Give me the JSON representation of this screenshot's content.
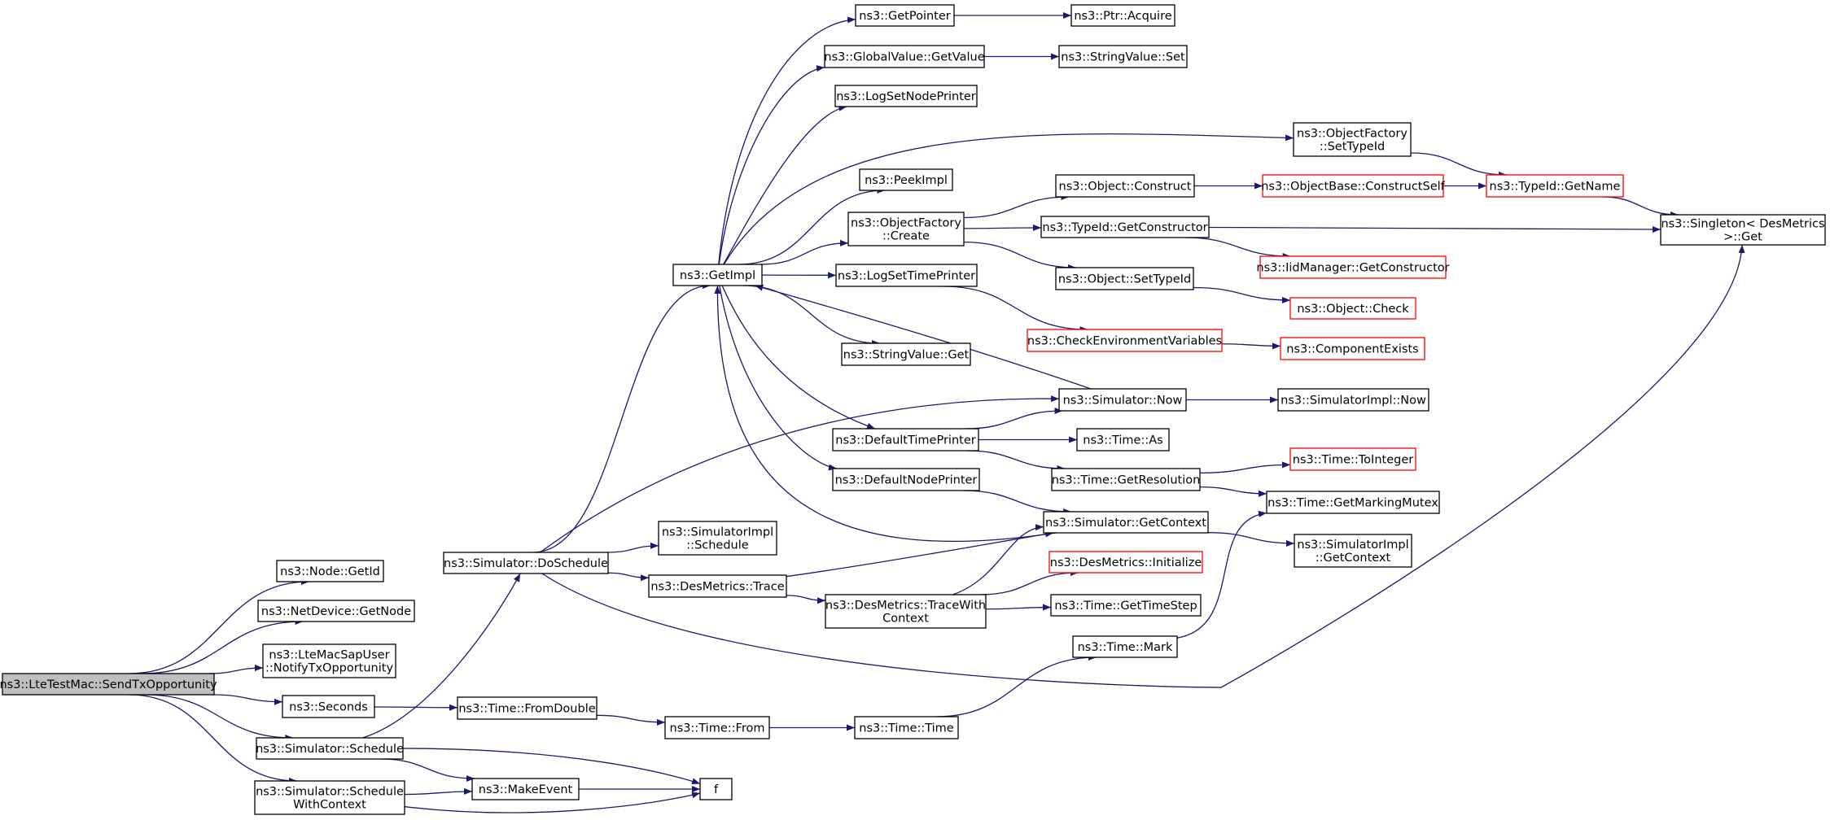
{
  "colors": {
    "edge": "#191970",
    "box_black": "#000000",
    "box_red": "#ff0000",
    "root_fill": "#bfbfbf",
    "node_fill": "#ffffff"
  },
  "nodes": [
    {
      "id": "send_tx",
      "lines": [
        "ns3::LteTestMac::SendTxOpportunity"
      ],
      "border": "black",
      "root": true
    },
    {
      "id": "node_getid",
      "lines": [
        "ns3::Node::GetId"
      ],
      "border": "black"
    },
    {
      "id": "netdev_getnode",
      "lines": [
        "ns3::NetDevice::GetNode"
      ],
      "border": "black"
    },
    {
      "id": "notify_tx",
      "lines": [
        "ns3::LteMacSapUser",
        "::NotifyTxOpportunity"
      ],
      "border": "black"
    },
    {
      "id": "seconds",
      "lines": [
        "ns3::Seconds"
      ],
      "border": "black"
    },
    {
      "id": "sim_schedule",
      "lines": [
        "ns3::Simulator::Schedule"
      ],
      "border": "black"
    },
    {
      "id": "sim_schedule_ctx",
      "lines": [
        "ns3::Simulator::Schedule",
        "WithContext"
      ],
      "border": "black"
    },
    {
      "id": "do_schedule",
      "lines": [
        "ns3::Simulator::DoSchedule"
      ],
      "border": "black"
    },
    {
      "id": "time_fromdouble",
      "lines": [
        "ns3::Time::FromDouble"
      ],
      "border": "black"
    },
    {
      "id": "make_event",
      "lines": [
        "ns3::MakeEvent"
      ],
      "border": "black"
    },
    {
      "id": "f",
      "lines": [
        "f"
      ],
      "border": "black"
    },
    {
      "id": "getimpl",
      "lines": [
        "ns3::GetImpl"
      ],
      "border": "black"
    },
    {
      "id": "simimpl_schedule",
      "lines": [
        "ns3::SimulatorImpl",
        "::Schedule"
      ],
      "border": "black"
    },
    {
      "id": "desmetrics_trace",
      "lines": [
        "ns3::DesMetrics::Trace"
      ],
      "border": "black"
    },
    {
      "id": "time_from",
      "lines": [
        "ns3::Time::From"
      ],
      "border": "black"
    },
    {
      "id": "getpointer",
      "lines": [
        "ns3::GetPointer"
      ],
      "border": "black"
    },
    {
      "id": "gv_getvalue",
      "lines": [
        "ns3::GlobalValue::GetValue"
      ],
      "border": "black"
    },
    {
      "id": "logsetnodeprinter",
      "lines": [
        "ns3::LogSetNodePrinter"
      ],
      "border": "black"
    },
    {
      "id": "peekimpl",
      "lines": [
        "ns3::PeekImpl"
      ],
      "border": "black"
    },
    {
      "id": "of_create",
      "lines": [
        "ns3::ObjectFactory",
        "::Create"
      ],
      "border": "black"
    },
    {
      "id": "logsettimeprinter",
      "lines": [
        "ns3::LogSetTimePrinter"
      ],
      "border": "black"
    },
    {
      "id": "stringvalue_get",
      "lines": [
        "ns3::StringValue::Get"
      ],
      "border": "black"
    },
    {
      "id": "defaulttimeprinter",
      "lines": [
        "ns3::DefaultTimePrinter"
      ],
      "border": "black"
    },
    {
      "id": "defaultnodeprinter",
      "lines": [
        "ns3::DefaultNodePrinter"
      ],
      "border": "black"
    },
    {
      "id": "tracewithctx",
      "lines": [
        "ns3::DesMetrics::TraceWith",
        "Context"
      ],
      "border": "black"
    },
    {
      "id": "time_time",
      "lines": [
        "ns3::Time::Time"
      ],
      "border": "black"
    },
    {
      "id": "ptr_acquire",
      "lines": [
        "ns3::Ptr::Acquire"
      ],
      "border": "black"
    },
    {
      "id": "stringvalue_set",
      "lines": [
        "ns3::StringValue::Set"
      ],
      "border": "black"
    },
    {
      "id": "object_construct",
      "lines": [
        "ns3::Object::Construct"
      ],
      "border": "black"
    },
    {
      "id": "typeid_getctor",
      "lines": [
        "ns3::TypeId::GetConstructor"
      ],
      "border": "black"
    },
    {
      "id": "object_settypeid",
      "lines": [
        "ns3::Object::SetTypeId"
      ],
      "border": "black"
    },
    {
      "id": "checkenv",
      "lines": [
        "ns3::CheckEnvironmentVariables"
      ],
      "border": "red"
    },
    {
      "id": "sim_now",
      "lines": [
        "ns3::Simulator::Now"
      ],
      "border": "black"
    },
    {
      "id": "time_as",
      "lines": [
        "ns3::Time::As"
      ],
      "border": "black"
    },
    {
      "id": "time_getres",
      "lines": [
        "ns3::Time::GetResolution"
      ],
      "border": "black"
    },
    {
      "id": "sim_getctx",
      "lines": [
        "ns3::Simulator::GetContext"
      ],
      "border": "black"
    },
    {
      "id": "desmetrics_init",
      "lines": [
        "ns3::DesMetrics::Initialize"
      ],
      "border": "red"
    },
    {
      "id": "time_gettimestep",
      "lines": [
        "ns3::Time::GetTimeStep"
      ],
      "border": "black"
    },
    {
      "id": "time_mark",
      "lines": [
        "ns3::Time::Mark"
      ],
      "border": "black"
    },
    {
      "id": "of_settypeid",
      "lines": [
        "ns3::ObjectFactory",
        "::SetTypeId"
      ],
      "border": "black"
    },
    {
      "id": "objectbase_constructself",
      "lines": [
        "ns3::ObjectBase::ConstructSelf"
      ],
      "border": "red"
    },
    {
      "id": "iidmanager_getctor",
      "lines": [
        "ns3::IidManager::GetConstructor"
      ],
      "border": "red"
    },
    {
      "id": "object_check",
      "lines": [
        "ns3::Object::Check"
      ],
      "border": "red"
    },
    {
      "id": "componentexists",
      "lines": [
        "ns3::ComponentExists"
      ],
      "border": "red"
    },
    {
      "id": "simimpl_now",
      "lines": [
        "ns3::SimulatorImpl::Now"
      ],
      "border": "black"
    },
    {
      "id": "time_tointeger",
      "lines": [
        "ns3::Time::ToInteger"
      ],
      "border": "red"
    },
    {
      "id": "time_getmarkingmutex",
      "lines": [
        "ns3::Time::GetMarkingMutex"
      ],
      "border": "black"
    },
    {
      "id": "simimpl_getctx",
      "lines": [
        "ns3::SimulatorImpl",
        "::GetContext"
      ],
      "border": "black"
    },
    {
      "id": "typeid_getname",
      "lines": [
        "ns3::TypeId::GetName"
      ],
      "border": "red"
    },
    {
      "id": "singleton_get",
      "lines": [
        "ns3::Singleton< DesMetrics",
        " >::Get"
      ],
      "border": "black"
    }
  ],
  "edges": [
    [
      "send_tx",
      "node_getid"
    ],
    [
      "send_tx",
      "netdev_getnode"
    ],
    [
      "send_tx",
      "notify_tx"
    ],
    [
      "send_tx",
      "seconds"
    ],
    [
      "send_tx",
      "sim_schedule"
    ],
    [
      "send_tx",
      "sim_schedule_ctx"
    ],
    [
      "seconds",
      "time_fromdouble"
    ],
    [
      "sim_schedule",
      "do_schedule"
    ],
    [
      "sim_schedule",
      "make_event"
    ],
    [
      "sim_schedule",
      "f"
    ],
    [
      "sim_schedule_ctx",
      "make_event"
    ],
    [
      "sim_schedule_ctx",
      "f"
    ],
    [
      "make_event",
      "f"
    ],
    [
      "time_fromdouble",
      "time_from"
    ],
    [
      "time_from",
      "time_time"
    ],
    [
      "time_time",
      "time_mark"
    ],
    [
      "time_mark",
      "time_getmarkingmutex"
    ],
    [
      "do_schedule",
      "getimpl"
    ],
    [
      "do_schedule",
      "simimpl_schedule"
    ],
    [
      "do_schedule",
      "desmetrics_trace"
    ],
    [
      "do_schedule",
      "sim_now"
    ],
    [
      "do_schedule",
      "singleton_get"
    ],
    [
      "desmetrics_trace",
      "sim_getctx"
    ],
    [
      "desmetrics_trace",
      "tracewithctx"
    ],
    [
      "tracewithctx",
      "sim_getctx"
    ],
    [
      "tracewithctx",
      "desmetrics_init"
    ],
    [
      "tracewithctx",
      "time_gettimestep"
    ],
    [
      "getimpl",
      "getpointer"
    ],
    [
      "getimpl",
      "gv_getvalue"
    ],
    [
      "getimpl",
      "logsetnodeprinter"
    ],
    [
      "getimpl",
      "of_settypeid"
    ],
    [
      "getimpl",
      "peekimpl"
    ],
    [
      "getimpl",
      "of_create"
    ],
    [
      "getimpl",
      "logsettimeprinter"
    ],
    [
      "getimpl",
      "stringvalue_get"
    ],
    [
      "getimpl",
      "defaulttimeprinter"
    ],
    [
      "getimpl",
      "defaultnodeprinter"
    ],
    [
      "getpointer",
      "ptr_acquire"
    ],
    [
      "gv_getvalue",
      "stringvalue_set"
    ],
    [
      "of_create",
      "object_construct"
    ],
    [
      "of_create",
      "typeid_getctor"
    ],
    [
      "of_create",
      "object_settypeid"
    ],
    [
      "object_construct",
      "objectbase_constructself"
    ],
    [
      "objectbase_constructself",
      "typeid_getname"
    ],
    [
      "of_settypeid",
      "typeid_getname"
    ],
    [
      "typeid_getname",
      "singleton_get"
    ],
    [
      "typeid_getctor",
      "iidmanager_getctor"
    ],
    [
      "typeid_getctor",
      "singleton_get"
    ],
    [
      "object_settypeid",
      "object_check"
    ],
    [
      "logsettimeprinter",
      "checkenv"
    ],
    [
      "checkenv",
      "componentexists"
    ],
    [
      "defaulttimeprinter",
      "sim_now"
    ],
    [
      "defaulttimeprinter",
      "time_as"
    ],
    [
      "defaulttimeprinter",
      "time_getres"
    ],
    [
      "defaultnodeprinter",
      "sim_getctx"
    ],
    [
      "sim_now",
      "getimpl"
    ],
    [
      "sim_now",
      "simimpl_now"
    ],
    [
      "sim_getctx",
      "getimpl"
    ],
    [
      "sim_getctx",
      "simimpl_getctx"
    ],
    [
      "time_getres",
      "time_tointeger"
    ],
    [
      "time_getres",
      "time_getmarkingmutex"
    ]
  ]
}
